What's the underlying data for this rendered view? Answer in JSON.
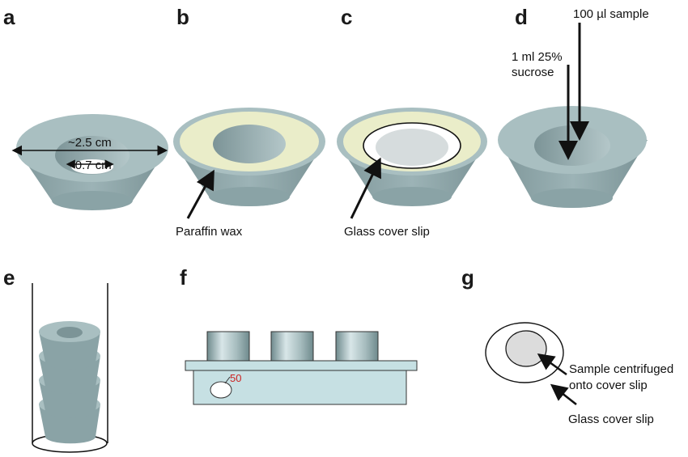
{
  "panels": {
    "a": "a",
    "b": "b",
    "c": "c",
    "d": "d",
    "e": "e",
    "f": "f",
    "g": "g"
  },
  "labels": {
    "outer_diameter": "~2.5 cm",
    "inner_diameter": "~0.7 cm",
    "paraffin_wax": "Paraffin wax",
    "glass_cover_slip_c": "Glass cover slip",
    "sucrose_line1": "1 ml 25%",
    "sucrose_line2": "sucrose",
    "sample_volume": "100 µl sample",
    "well_number": "50",
    "sample_centrifuged_line1": "Sample centrifuged",
    "sample_centrifuged_line2": "onto cover slip",
    "glass_cover_slip_g": "Glass cover slip"
  },
  "colors": {
    "ring_top": "#a9bfc1",
    "ring_side": "#8aa3a6",
    "wax": "#eaedc9",
    "rotor_body": "#c6e0e3",
    "sample_spot": "#dcdcdc",
    "well_number": "#cc2222"
  }
}
